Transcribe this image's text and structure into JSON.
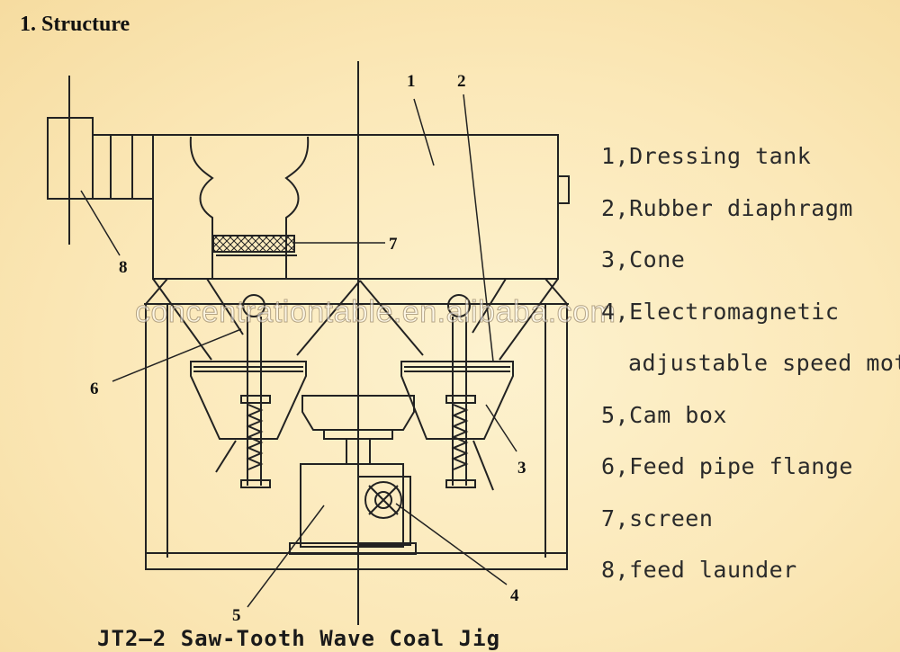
{
  "heading": "1. Structure",
  "callouts": [
    "1",
    "2",
    "3",
    "4",
    "5",
    "6",
    "7",
    "8"
  ],
  "legend": [
    "1,Dressing tank",
    "2,Rubber diaphragm",
    "3,Cone",
    "4,Electromagnetic",
    "adjustable speed motor",
    "5,Cam box",
    "6,Feed pipe flange",
    "7,screen",
    "8,feed launder"
  ],
  "caption": "JT2—2 Saw-Tooth Wave Coal Jig",
  "watermark": "concentrationtable.en.alibaba.com",
  "colors": {
    "line": "#222222",
    "background": "#fbe8b8"
  }
}
